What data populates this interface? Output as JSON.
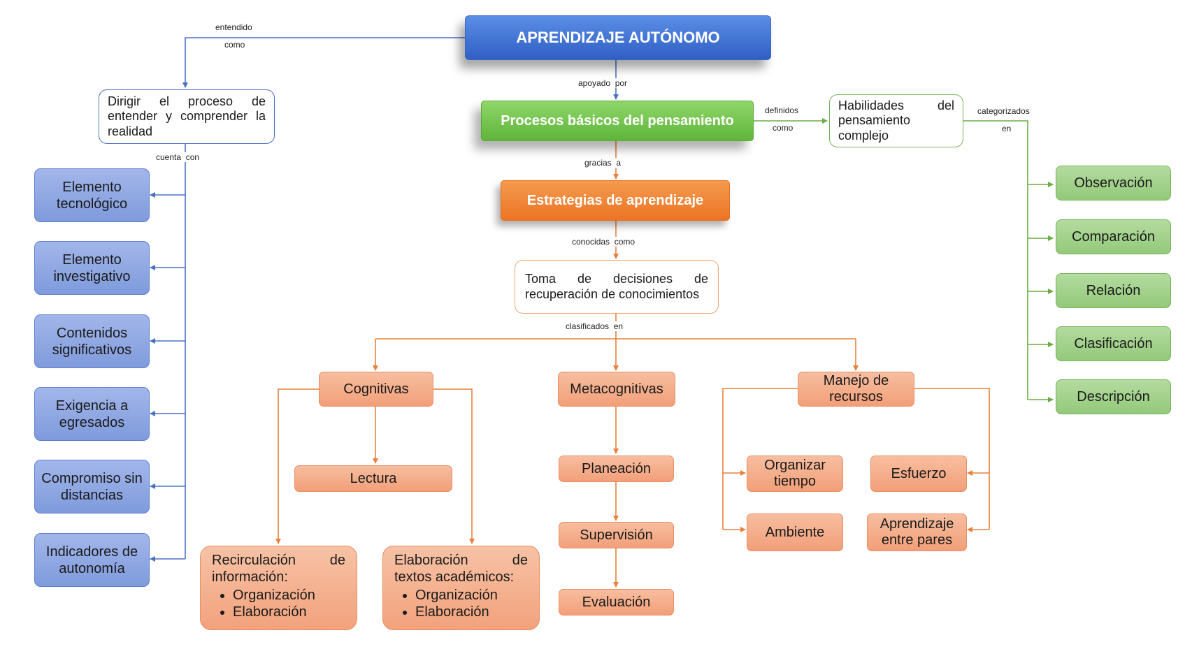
{
  "nodes": {
    "aprendizaje_autonomo": "APRENDIZAJE AUTÓNOMO",
    "dirigir": "Dirigir el proceso de entender y comprender la realidad",
    "procesos_basicos": "Procesos básicos del pensamiento",
    "habilidades": "Habilidades del pensamiento complejo",
    "estrategias": "Estrategias de aprendizaje",
    "toma_decisiones": "Toma de decisiones de recuperación de conocimientos",
    "cognitivas": "Cognitivas",
    "metacognitivas": "Metacognitivas",
    "manejo_recursos": "Manejo de recursos",
    "lectura": "Lectura",
    "planeacion": "Planeación",
    "supervision": "Supervisión",
    "evaluacion": "Evaluación",
    "organizar_tiempo": "Organizar tiempo",
    "esfuerzo": "Esfuerzo",
    "ambiente": "Ambiente",
    "aprendizaje_pares": "Aprendizaje entre pares",
    "recirculacion": {
      "head_left": "Recirculación",
      "head_right": "de",
      "head2": "información:",
      "items": [
        "Organización",
        "Elaboración"
      ]
    },
    "elaboracion_textos": {
      "head_left": "Elaboración",
      "head_right": "de",
      "head2": "textos académicos:",
      "items": [
        "Organización",
        "Elaboración"
      ]
    },
    "left_items": [
      "Elemento tecnológico",
      "Elemento investigativo",
      "Contenidos significativos",
      "Exigencia a egresados",
      "Compromiso sin distancias",
      "Indicadores de autonomía"
    ],
    "right_items": [
      "Observación",
      "Comparación",
      "Relación",
      "Clasificación",
      "Descripción"
    ]
  },
  "connectors": {
    "entendido": "entendido",
    "entendido_como": "como",
    "apoyado_por": "apoyado  por",
    "cuenta_con": "cuenta  con",
    "definidos": "definidos",
    "definidos_como": "como",
    "categorizados": "categorizados",
    "categorizados_en": "en",
    "gracias_a": "gracias  a",
    "conocidas_como": "conocidas  como",
    "clasificados_en": "clasificados  en"
  },
  "colors": {
    "blue_line": "#4a72c4",
    "green_line": "#6aad45",
    "orange_line": "#e8803d"
  }
}
